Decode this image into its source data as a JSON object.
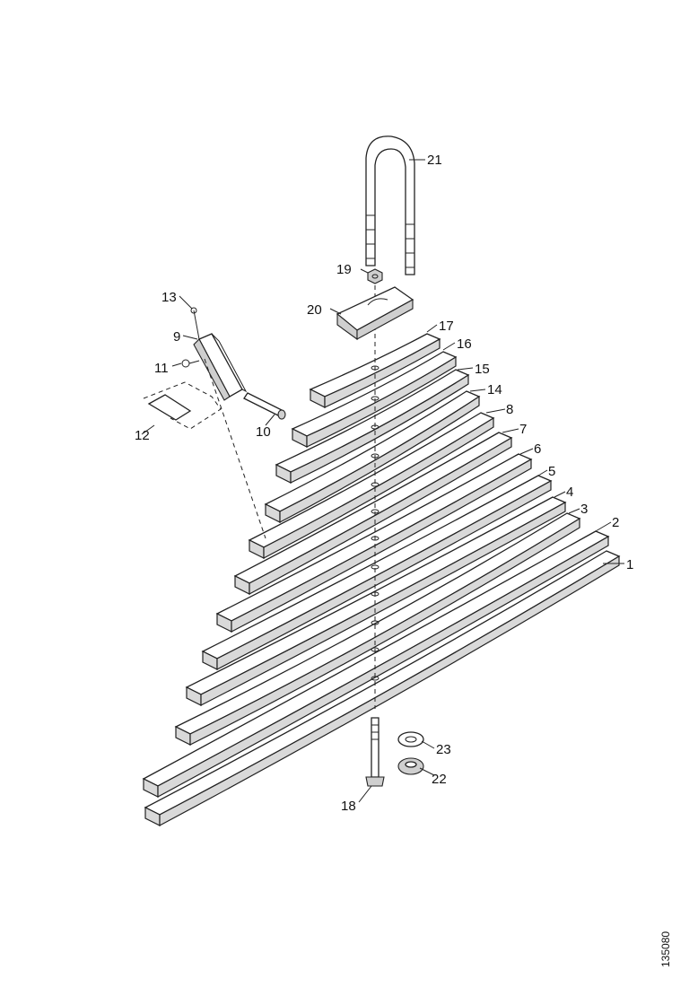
{
  "drawing_code": "135080",
  "callouts": [
    {
      "id": "1",
      "label": "1"
    },
    {
      "id": "2",
      "label": "2"
    },
    {
      "id": "3",
      "label": "3"
    },
    {
      "id": "4",
      "label": "4"
    },
    {
      "id": "5",
      "label": "5"
    },
    {
      "id": "6",
      "label": "6"
    },
    {
      "id": "7",
      "label": "7"
    },
    {
      "id": "8",
      "label": "8"
    },
    {
      "id": "9",
      "label": "9"
    },
    {
      "id": "10",
      "label": "10"
    },
    {
      "id": "11",
      "label": "11"
    },
    {
      "id": "12",
      "label": "12"
    },
    {
      "id": "13",
      "label": "13"
    },
    {
      "id": "14",
      "label": "14"
    },
    {
      "id": "15",
      "label": "15"
    },
    {
      "id": "16",
      "label": "16"
    },
    {
      "id": "17",
      "label": "17"
    },
    {
      "id": "18",
      "label": "18"
    },
    {
      "id": "19",
      "label": "19"
    },
    {
      "id": "20",
      "label": "20"
    },
    {
      "id": "21",
      "label": "21"
    },
    {
      "id": "22",
      "label": "22"
    },
    {
      "id": "23",
      "label": "23"
    }
  ]
}
